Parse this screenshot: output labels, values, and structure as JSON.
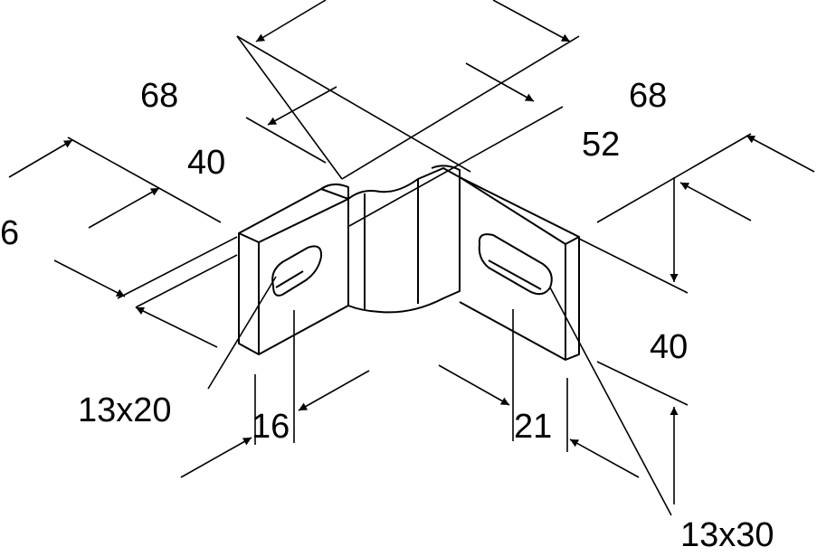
{
  "drawing": {
    "dimensions": {
      "top_left_width": "68",
      "top_right_width": "68",
      "left_depth": "40",
      "middle_depth": "52",
      "left_thickness": "6",
      "right_height": "40",
      "left_hole_offset": "16",
      "right_hole_offset": "21"
    },
    "slots": {
      "left_slot": "13x20",
      "right_slot": "13x30"
    }
  }
}
